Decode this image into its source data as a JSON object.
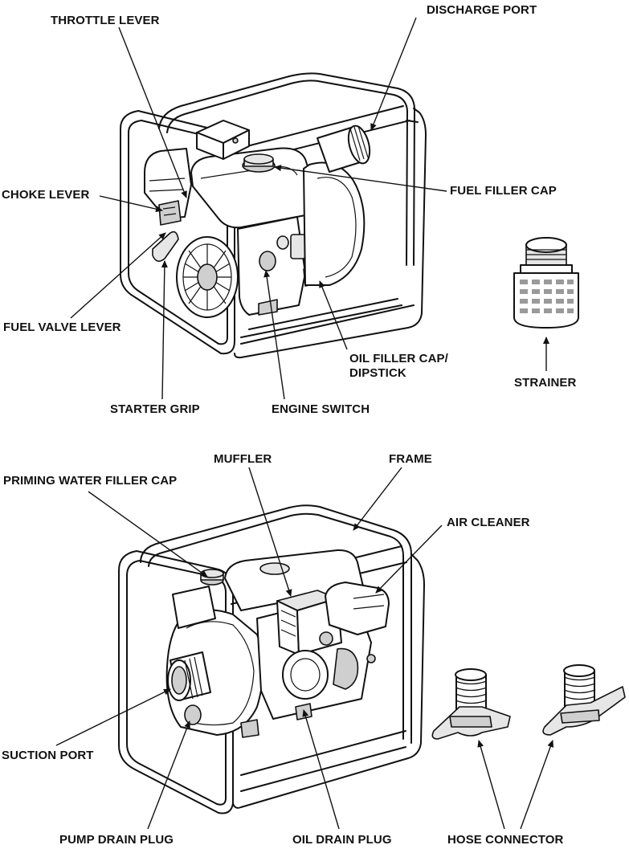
{
  "labels": {
    "throttle_lever": "THROTTLE LEVER",
    "discharge_port": "DISCHARGE PORT",
    "choke_lever": "CHOKE LEVER",
    "fuel_filler_cap": "FUEL FILLER CAP",
    "fuel_valve_lever": "FUEL VALVE LEVER",
    "oil_filler_cap_line1": "OIL FILLER CAP/",
    "oil_filler_cap_line2": "DIPSTICK",
    "strainer": "STRAINER",
    "starter_grip": "STARTER GRIP",
    "engine_switch": "ENGINE SWITCH",
    "muffler": "MUFFLER",
    "frame": "FRAME",
    "priming_water_filler_cap": "PRIMING WATER FILLER CAP",
    "air_cleaner": "AIR CLEANER",
    "suction_port": "SUCTION PORT",
    "pump_drain_plug": "PUMP DRAIN PLUG",
    "oil_drain_plug": "OIL DRAIN PLUG",
    "hose_connector": "HOSE CONNECTOR"
  }
}
